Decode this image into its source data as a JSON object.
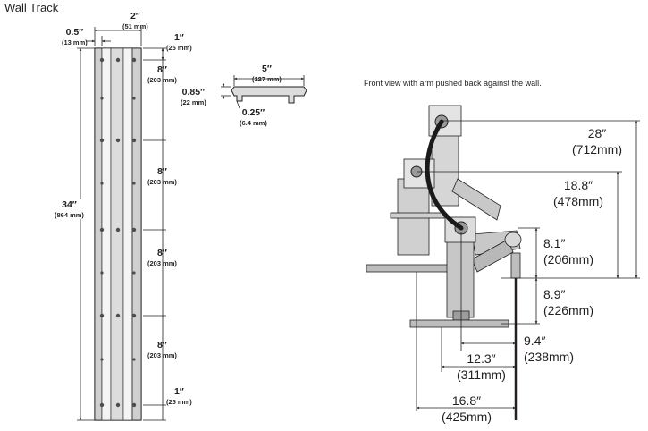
{
  "title": "Wall Track",
  "caption": "Front view with arm pushed back against the wall.",
  "wall_track": {
    "dims": [
      {
        "key": "track_width",
        "in": "2″",
        "mm": "(51 mm)"
      },
      {
        "key": "rail_offset",
        "in": "0.5″",
        "mm": "(13 mm)"
      },
      {
        "key": "top_margin",
        "in": "1″",
        "mm": "(25 mm)"
      },
      {
        "key": "spacing_1",
        "in": "8″",
        "mm": "(203 mm)"
      },
      {
        "key": "spacing_2",
        "in": "8″",
        "mm": "(203 mm)"
      },
      {
        "key": "spacing_3",
        "in": "8″",
        "mm": "(203 mm)"
      },
      {
        "key": "spacing_4",
        "in": "8″",
        "mm": "(203 mm)"
      },
      {
        "key": "bottom_margin",
        "in": "1″",
        "mm": "(25 mm)"
      },
      {
        "key": "total_height",
        "in": "34″",
        "mm": "(864 mm)"
      }
    ],
    "profile_dims": [
      {
        "key": "profile_width",
        "in": "5″",
        "mm": "(127 mm)"
      },
      {
        "key": "profile_depth",
        "in": "0.85″",
        "mm": "(22 mm)"
      },
      {
        "key": "profile_lip",
        "in": "0.25″",
        "mm": "(6.4 mm)"
      }
    ]
  },
  "front_view": {
    "dims": [
      {
        "key": "height_max",
        "in": "28″",
        "mm": "(712mm)"
      },
      {
        "key": "height_mid",
        "in": "18.8″",
        "mm": "(478mm)"
      },
      {
        "key": "height_arm",
        "in": "8.1″",
        "mm": "(206mm)"
      },
      {
        "key": "height_base",
        "in": "8.9″",
        "mm": "(226mm)"
      },
      {
        "key": "reach_min",
        "in": "9.4″",
        "mm": "(238mm)"
      },
      {
        "key": "reach_mid",
        "in": "12.3″",
        "mm": "(311mm)"
      },
      {
        "key": "reach_max",
        "in": "16.8″",
        "mm": "(425mm)"
      }
    ]
  }
}
